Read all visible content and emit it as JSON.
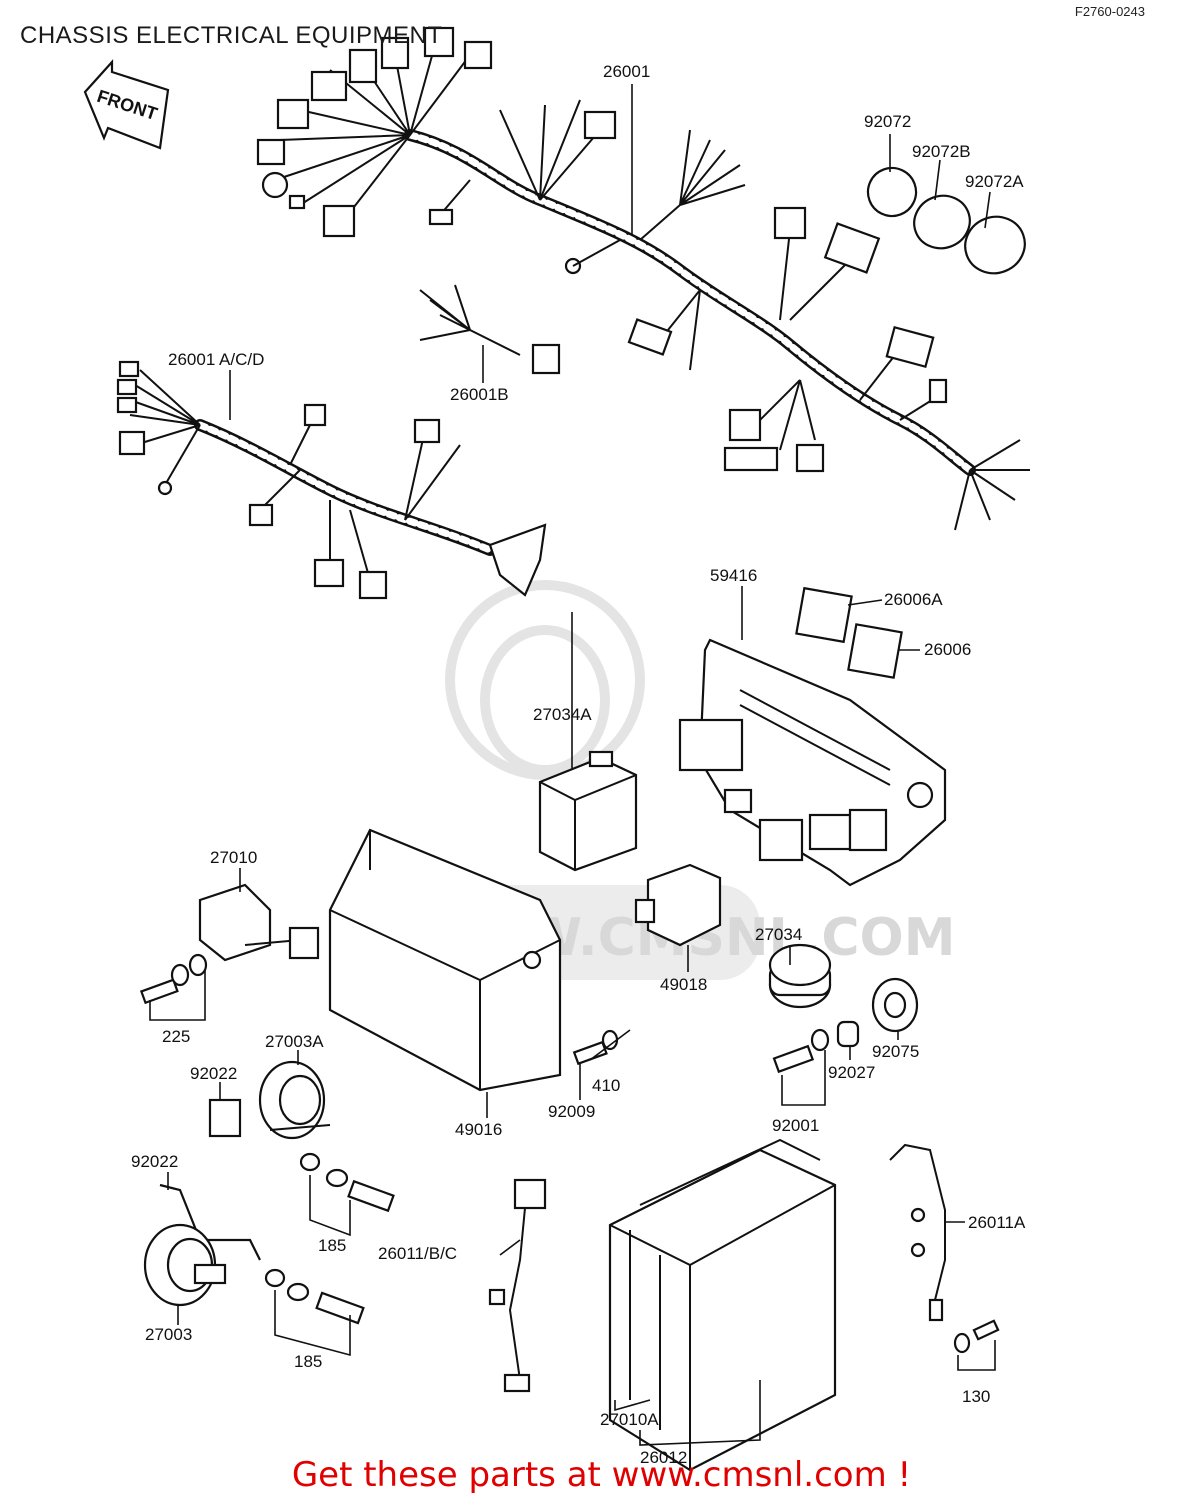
{
  "header": {
    "title": "CHASSIS ELECTRICAL EQUIPMENT",
    "diagram_code": "F2760-0243"
  },
  "front_label": "FRONT",
  "callouts": [
    {
      "id": "c1",
      "label": "26001"
    },
    {
      "id": "c2",
      "label": "92072"
    },
    {
      "id": "c3",
      "label": "92072B"
    },
    {
      "id": "c4",
      "label": "92072A"
    },
    {
      "id": "c5",
      "label": "26001 A/C/D"
    },
    {
      "id": "c6",
      "label": "26001B"
    },
    {
      "id": "c7",
      "label": "59416"
    },
    {
      "id": "c8",
      "label": "26006A"
    },
    {
      "id": "c9",
      "label": "26006"
    },
    {
      "id": "c10",
      "label": "27034A"
    },
    {
      "id": "c11",
      "label": "27010"
    },
    {
      "id": "c12",
      "label": "27034"
    },
    {
      "id": "c13",
      "label": "49018"
    },
    {
      "id": "c14",
      "label": "225"
    },
    {
      "id": "c15",
      "label": "27003A"
    },
    {
      "id": "c16",
      "label": "92075"
    },
    {
      "id": "c17",
      "label": "92022"
    },
    {
      "id": "c18",
      "label": "410"
    },
    {
      "id": "c19",
      "label": "92027"
    },
    {
      "id": "c20",
      "label": "49016"
    },
    {
      "id": "c21",
      "label": "92009"
    },
    {
      "id": "c22",
      "label": "92001"
    },
    {
      "id": "c23",
      "label": "92022"
    },
    {
      "id": "c24",
      "label": "26011A"
    },
    {
      "id": "c25",
      "label": "185"
    },
    {
      "id": "c26",
      "label": "26011/B/C"
    },
    {
      "id": "c27",
      "label": "27003"
    },
    {
      "id": "c28",
      "label": "185"
    },
    {
      "id": "c29",
      "label": "130"
    },
    {
      "id": "c30",
      "label": "27010A"
    },
    {
      "id": "c31",
      "label": "26012"
    }
  ],
  "watermark": "WWW.CMSNL.COM",
  "footer": {
    "text": "Get these parts at www.cmsnl.com !",
    "color": "#e00000"
  }
}
